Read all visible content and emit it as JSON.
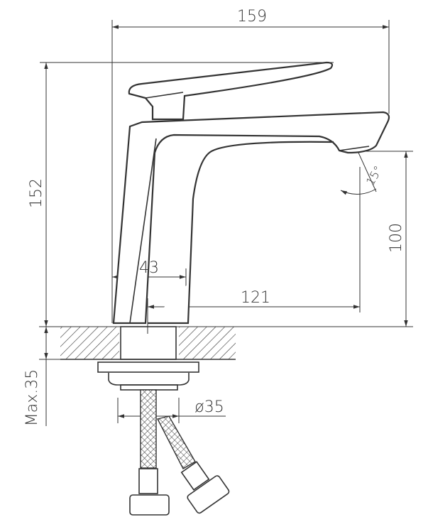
{
  "title": "Faucet dimension drawing",
  "dimensions": {
    "total_width": "159",
    "total_height": "152",
    "spout_height": "100",
    "base_width": "43",
    "spout_reach": "121",
    "aerator_angle": "15°",
    "max_counter_thickness": "Max.35",
    "hole_diameter": "ø35"
  }
}
